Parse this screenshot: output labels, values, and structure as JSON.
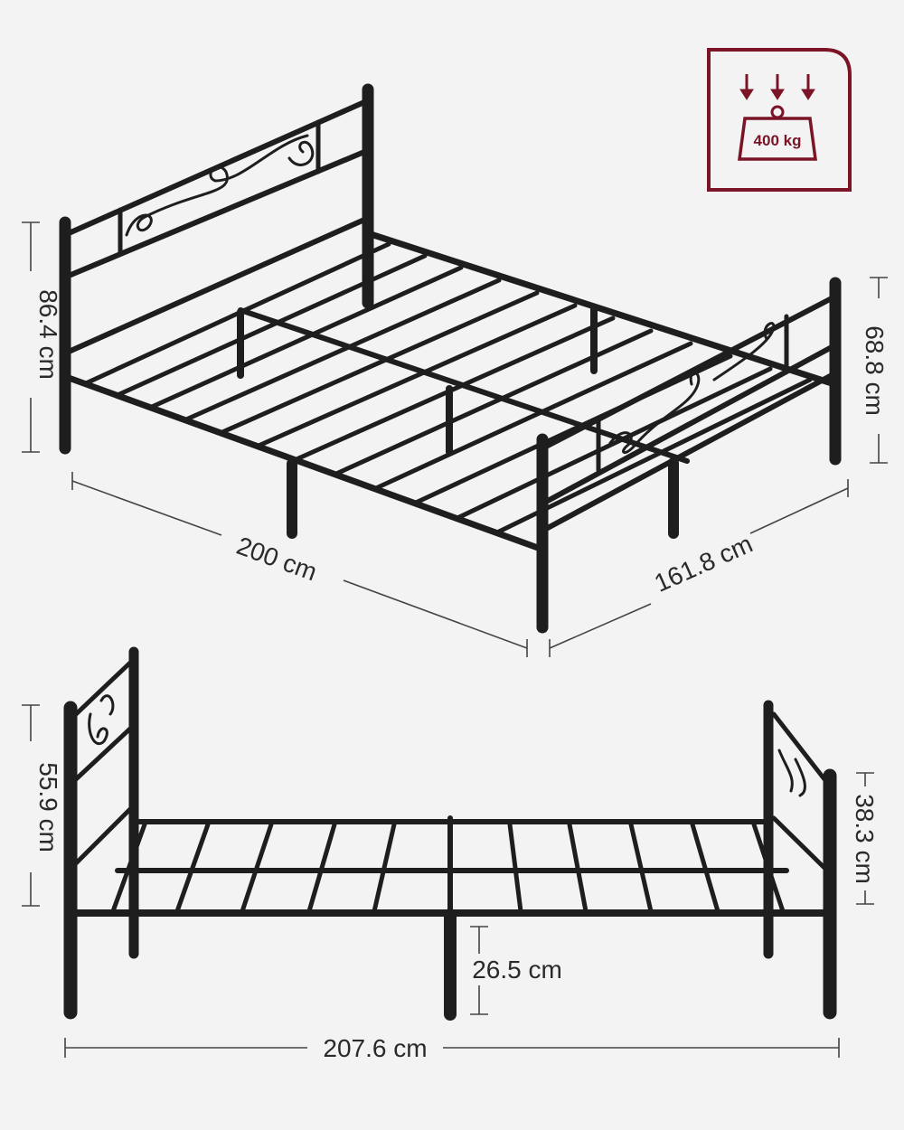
{
  "capacity_badge": {
    "label": "400 kg",
    "color": "#7a1426",
    "icon": "weight-capacity-icon"
  },
  "top_view": {
    "headboard_height": "86.4 cm",
    "length": "200 cm",
    "width": "161.8 cm",
    "footboard_height": "68.8 cm"
  },
  "side_view": {
    "headboard_height": "55.9 cm",
    "footboard_height": "38.3 cm",
    "clearance": "26.5 cm",
    "total_length": "207.6 cm"
  },
  "colors": {
    "frame": "#1e1e1e",
    "dimension_line": "#444444",
    "background": "#f3f3f3"
  }
}
